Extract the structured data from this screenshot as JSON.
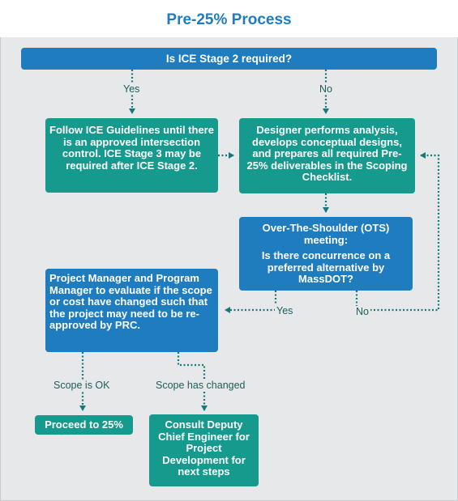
{
  "title": "Pre-25% Process",
  "nodes": {
    "q1": "Is ICE Stage 2 required?",
    "ice": "Follow ICE Guidelines until there is an approved intersection control. ICE Stage 3 may be required after ICE Stage 2.",
    "designer": "Designer performs analysis, develops conceptual designs, and prepares all required Pre-25% deliverables in the Scoping Checklist.",
    "ots_title": "Over-The-Shoulder (OTS) meeting:",
    "ots_question": "Is there concurrence on a preferred alternative by MassDOT?",
    "pm": "Project Manager and Program Manager to evaluate if the scope or cost have changed such that the project may need to be re-approved by PRC.",
    "proceed": "Proceed to 25%",
    "consult": "Consult Deputy Chief Engineer for Project Development for next steps"
  },
  "labels": {
    "yes_top": "Yes",
    "no_top": "No",
    "yes_ots": "Yes",
    "no_ots": "No",
    "scope_ok": "Scope is OK",
    "scope_changed": "Scope has changed"
  },
  "colors": {
    "blue": "#1f7cbf",
    "teal": "#169a8d",
    "connector": "#15787a",
    "background": "#e7e8e9",
    "title": "#1f7dbf"
  }
}
